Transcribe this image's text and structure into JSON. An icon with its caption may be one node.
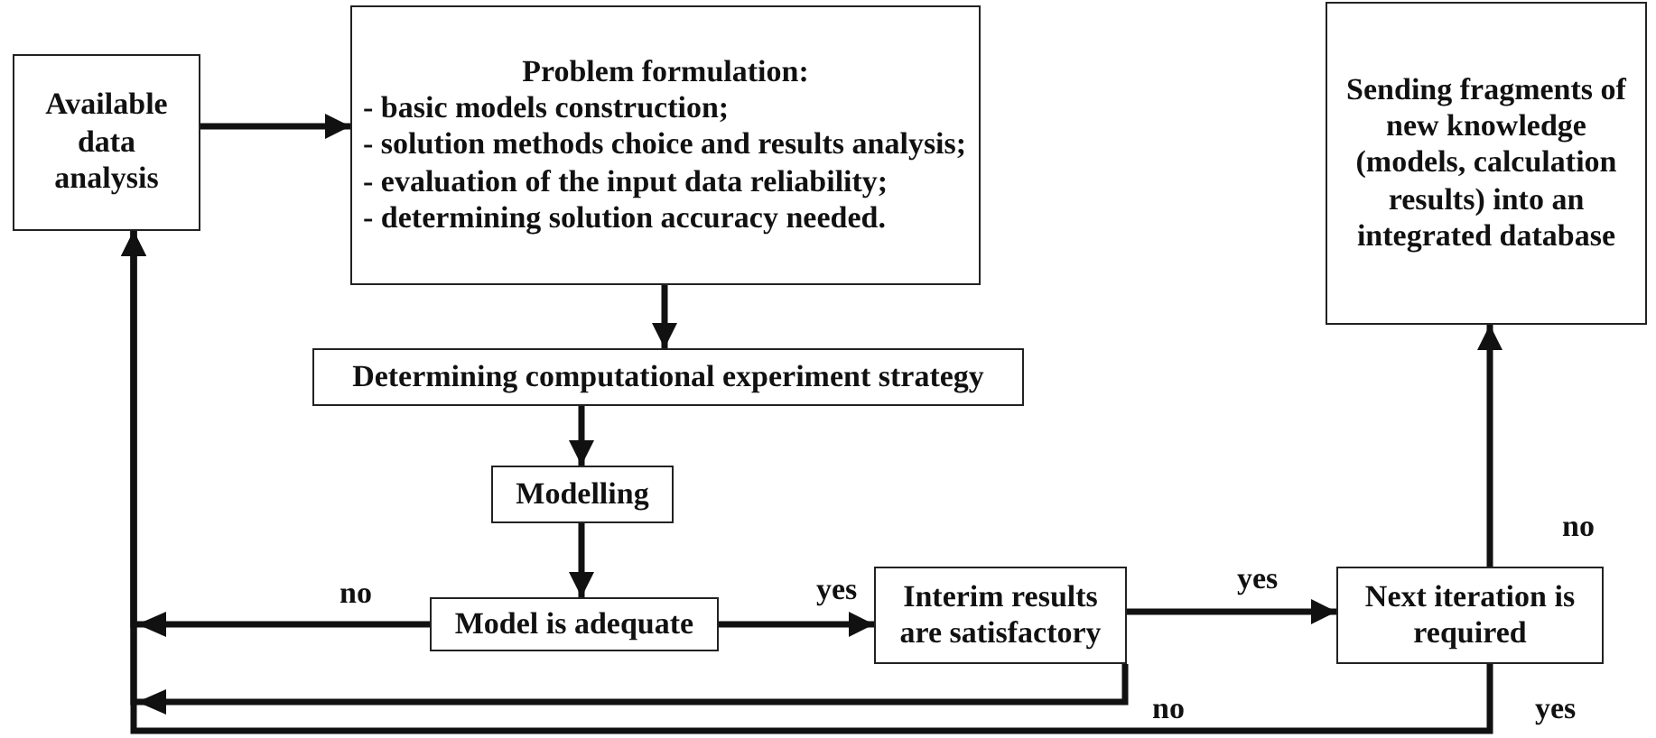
{
  "diagram": {
    "nodes": [
      {
        "text": [
          "Available data analysis"
        ]
      },
      {
        "text": [
          "Problem formulation:",
          "- basic models construction;",
          "- solution methods choice and results analysis;",
          "- evaluation of the input data reliability;",
          "- determining solution accuracy needed."
        ]
      },
      {
        "text": [
          "Sending fragments of new knowledge (models, calculation results) into an integrated database"
        ]
      },
      {
        "text": [
          "Determining computational experiment strategy"
        ]
      },
      {
        "text": [
          "Modelling"
        ]
      },
      {
        "text": [
          "Model is adequate"
        ]
      },
      {
        "text": [
          "Interim results are satisfactory"
        ]
      },
      {
        "text": [
          "Next iteration is required"
        ]
      }
    ],
    "edges": [
      {
        "from": 0,
        "to": 1,
        "arrow": "to"
      },
      {
        "from": 1,
        "to": 3,
        "arrow": "to"
      },
      {
        "from": 3,
        "to": 4,
        "arrow": "to"
      },
      {
        "from": 4,
        "to": 5,
        "arrow": "to"
      },
      {
        "from": 5,
        "to": 6,
        "arrow": "to",
        "label": "yes"
      },
      {
        "from": 6,
        "to": 7,
        "arrow": "to",
        "label": "yes"
      },
      {
        "from": 7,
        "to": 2,
        "arrow": "to",
        "label": "no"
      },
      {
        "from": 5,
        "to": 0,
        "arrow": "to",
        "label": "no"
      },
      {
        "from": 6,
        "to": 0,
        "arrow": "to",
        "label": "no"
      },
      {
        "from": 7,
        "to": 0,
        "arrow": "to",
        "label": "yes"
      }
    ]
  }
}
